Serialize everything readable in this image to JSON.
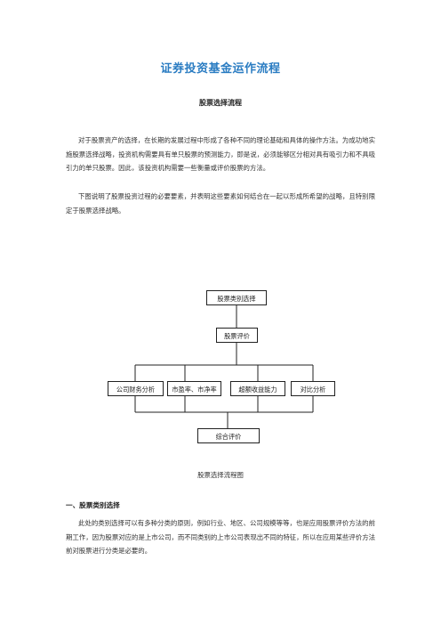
{
  "document": {
    "title": "证券投资基金运作流程",
    "subtitle": "股票选择流程",
    "paragraphs": [
      "对于股票资产的选择，在长期的发展过程中形成了各种不同的理论基础和具体的操作方法。为成功地实施股票选择战略，投资机构需要具有单只股票的预测能力，即是说，必须能够区分相对具有吸引力和不具吸引力的单只股票。因此，该投资机构需要一些衡量或评价股票的方法。",
      "下图说明了股票投资过程的必要要素，并表明这些要素如何结合在一起以形成所希望的战略，且特别限定于股票选择战略。"
    ],
    "flowchart": {
      "top": "股票类别选择",
      "middle": "股票评价",
      "branches": [
        "公司财务分析",
        "市盈率、市净率",
        "超额收益能力",
        "对比分析"
      ],
      "bottom": "综合评价",
      "caption": "股票选择流程图"
    },
    "section1": {
      "heading": "一、股票类别选择",
      "text": "此处的类别选择可以有多种分类的原则，例如行业、地区、公司规模等等，也是应用股票评价方法的前期工作，因为股票对应的是上市公司，而不同类别的上市公司表现出不同的特征，所以在应用某些评价方法前对股票进行分类是必要的。"
    }
  }
}
